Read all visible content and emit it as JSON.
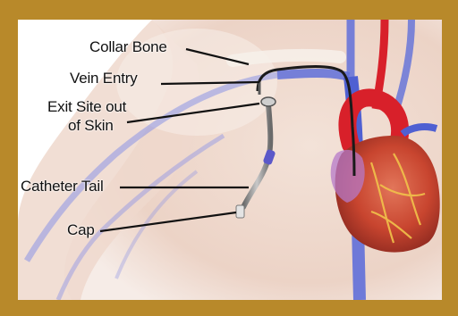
{
  "labels": {
    "collar_bone": "Collar Bone",
    "vein_entry": "Vein Entry",
    "exit_site_line1": "Exit Site out",
    "exit_site_line2": "of Skin",
    "catheter_tail": "Catheter Tail",
    "cap": "Cap"
  },
  "colors": {
    "frame": "#b8892a",
    "skin": "#f1dcd0",
    "vein": "#6e7fe0",
    "artery": "#d8202a",
    "heart": "#c84a3a",
    "catheter": "#8a8a8a"
  }
}
